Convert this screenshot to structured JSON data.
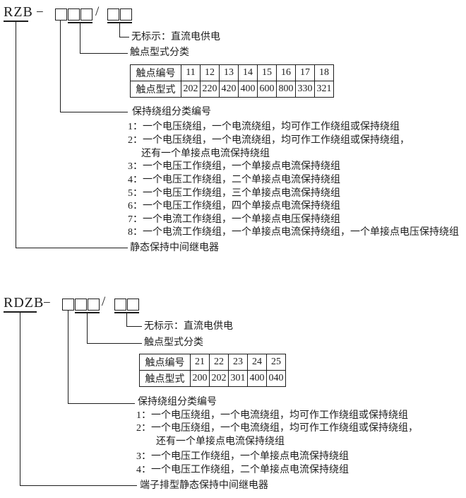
{
  "page": {
    "background": "#ffffff",
    "ink": "#1d1d1d"
  },
  "sections": [
    {
      "model": "RZB",
      "dash": "−",
      "slash": "/",
      "labels": {
        "power": "无标示：直流电供电",
        "contact_type": "触点型式分类",
        "winding": "保持绕组分类编号",
        "device": "静态保持中间继电器"
      },
      "contact_table": {
        "code_label": "触点编号",
        "type_label": "触点型式",
        "codes": [
          "11",
          "12",
          "13",
          "14",
          "15",
          "16",
          "17",
          "18"
        ],
        "types": [
          "202",
          "220",
          "420",
          "400",
          "600",
          "800",
          "330",
          "321"
        ]
      },
      "winding_lines": [
        "1：一个电压绕组，一个电流绕组，均可作工作绕组或保持绕组",
        "2：一个电压绕组，一个电流绕组，均可作工作绕组或保持绕组，",
        "还有一个单接点电流保持绕组",
        "3：一个电压工作绕组，一个单接点电流保持绕组",
        "4：一个电压工作绕组，二个单接点电流保持绕组",
        "5：一个电压工作绕组，三个单接点电流保持绕组",
        "6：一个电压工作绕组，四个单接点电流保持绕组",
        "7：一个电流工作绕组，一个单接点电压保持绕组",
        "8：一个电流工作绕组，一个单接点电流保持绕组，一个单接点电压保持绕组"
      ]
    },
    {
      "model": "RDZB",
      "dash": "−",
      "slash": "/",
      "labels": {
        "power": "无标示：直流电供电",
        "contact_type": "触点型式分类",
        "winding": "保持绕组分类编号",
        "device": "端子排型静态保持中间继电器"
      },
      "contact_table": {
        "code_label": "触点编号",
        "type_label": "触点型式",
        "codes": [
          "21",
          "22",
          "23",
          "24",
          "25"
        ],
        "types": [
          "200",
          "202",
          "301",
          "400",
          "040"
        ]
      },
      "winding_lines": [
        "1：一个电压绕组，一个电流绕组，均可作工作绕组或保持绕组",
        "2：一个电压绕组，一个电流绕组，均可作工作绕组或保持绕组，",
        "还有一个单接点电流保持绕组",
        "3：一个电压工作绕组，一个单接点电流保持绕组",
        "4：一个电压工作绕组，二个单接点电流保持绕组"
      ]
    }
  ]
}
